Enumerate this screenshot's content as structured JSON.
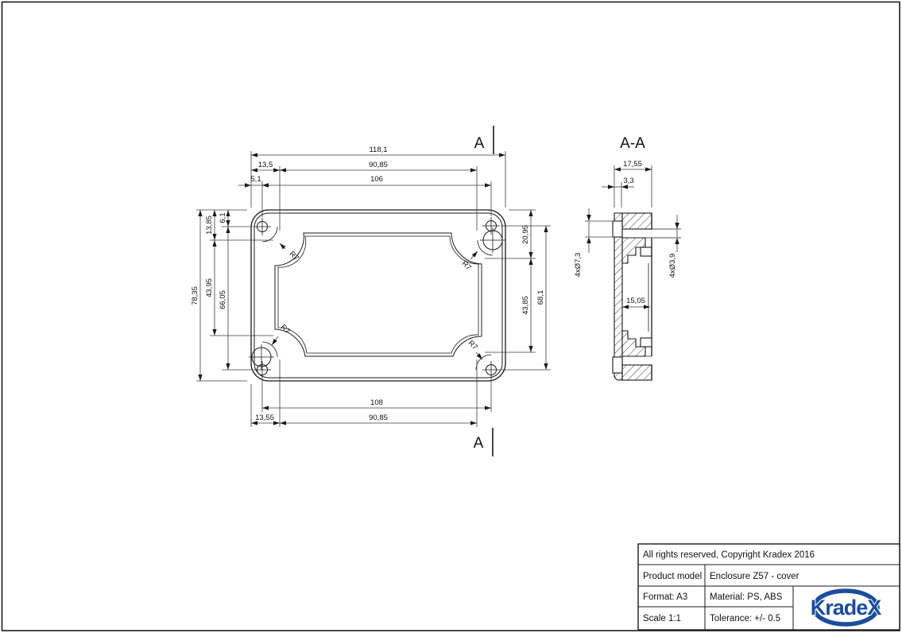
{
  "colors": {
    "line": "#1a1a1a",
    "dim_text": "#111111",
    "logo_blue": "#1c4d9c"
  },
  "section_markers": {
    "label": "A"
  },
  "main_view": {
    "corner_radius": "R7",
    "dims": {
      "total_width": "118,1",
      "boss_offset_top": "13,5",
      "boss_span_top": "90,85",
      "edge_to_hole_h": "5,1",
      "hole_span_top": "106",
      "total_height": "78,35",
      "boss_offset_left": "13,85",
      "boss_span_left": "43,95",
      "edge_to_hole_v": "6,1",
      "hole_span_left": "66,05",
      "boss_offset_right": "20,95",
      "boss_span_right": "43,85",
      "hole_span_right": "68,1",
      "hole_span_bottom": "108",
      "boss_offset_bottom": "13,55",
      "boss_span_bottom": "90,85"
    }
  },
  "section_view": {
    "title": "A-A",
    "dims": {
      "total_depth": "17,55",
      "flange_thickness": "3,3",
      "counterbore": "4xØ7,3",
      "screw_hole": "4xØ3,9",
      "inner_depth": "15,05"
    }
  },
  "title_block": {
    "copyright": "All rights reserved, Copyright Kradex 2016",
    "product_model_label": "Product model",
    "product_model_value": "Enclosure Z57 - cover",
    "format": "Format: A3",
    "material": "Material: PS, ABS",
    "scale": "Scale 1:1",
    "tolerance": "Tolerance: +/- 0.5",
    "logo_text": "KradeX"
  }
}
